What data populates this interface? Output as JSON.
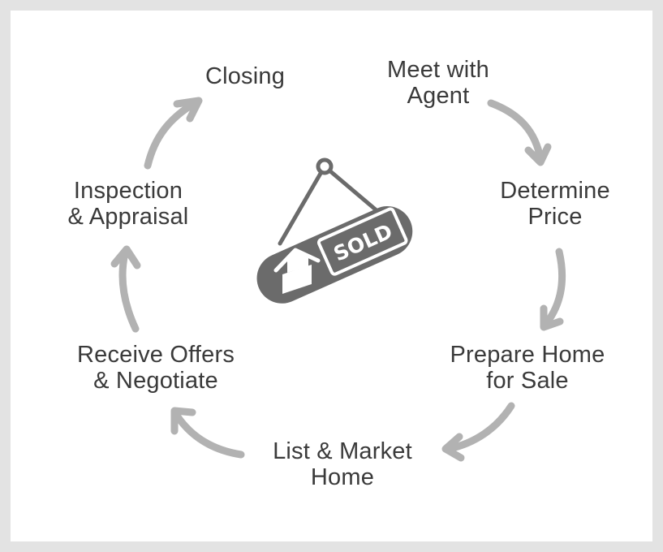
{
  "steps": [
    {
      "id": "meet",
      "line1": "Meet with",
      "line2": "Agent"
    },
    {
      "id": "price",
      "line1": "Determine",
      "line2": "Price"
    },
    {
      "id": "prepare",
      "line1": "Prepare Home",
      "line2": "for Sale"
    },
    {
      "id": "list",
      "line1": "List & Market",
      "line2": "Home"
    },
    {
      "id": "offers",
      "line1": "Receive Offers",
      "line2": "& Negotiate"
    },
    {
      "id": "inspection",
      "line1": "Inspection",
      "line2": "& Appraisal"
    },
    {
      "id": "closing",
      "line1": "Closing",
      "line2": ""
    }
  ],
  "sign": {
    "label": "SOLD",
    "icon": "house-icon"
  },
  "colors": {
    "arrow": "#b2b2b2",
    "text": "#3a3a3a",
    "sign": "#6b6b6b",
    "frame": "#e3e3e3"
  }
}
